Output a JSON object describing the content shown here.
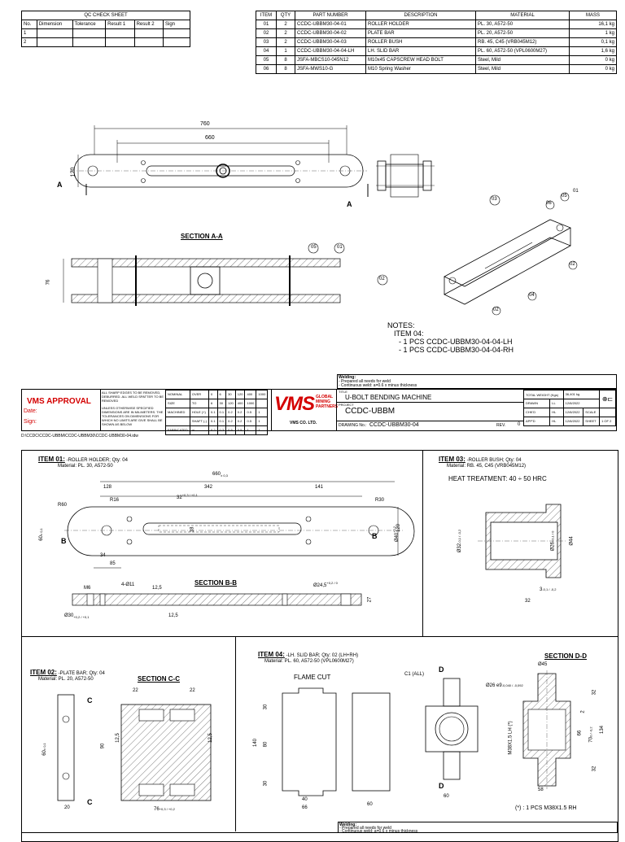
{
  "qc": {
    "title": "QC CHECK SHEET",
    "headers": [
      "No.",
      "Dimension",
      "Tolerance",
      "Result 1",
      "Result 2",
      "Sign"
    ],
    "rows": [
      "1",
      "2"
    ]
  },
  "bom": {
    "headers": [
      "ITEM",
      "QTY",
      "PART NUMBER",
      "DESCRIPTION",
      "MATERIAL",
      "MASS"
    ],
    "rows": [
      [
        "01",
        "2",
        "CCDC-UBBM30-04-01",
        "ROLLER HOLDER",
        "PL. 30, A572-50",
        "16,1 kg"
      ],
      [
        "02",
        "2",
        "CCDC-UBBM30-04-02",
        "PLATE BAR",
        "PL. 20, A572-50",
        "1 kg"
      ],
      [
        "03",
        "2",
        "CCDC-UBBM30-04-03",
        "ROLLER BUSH",
        "RB. 45, C45 (VRB045M12)",
        "0,1 kg"
      ],
      [
        "04",
        "1",
        "CCDC-UBBM30-04-04-LH",
        "LH. SLID BAR",
        "PL. 60, A572-50 (VPL0600M27)",
        "1,6 kg"
      ],
      [
        "05",
        "8",
        "JSFA-MBCS10-045N12",
        "M10x45 CAPSCREW HEAD BOLT",
        "Steel, Mild",
        "0 kg"
      ],
      [
        "06",
        "8",
        "JSFA-MWS10-G",
        "M10 Spring Washer",
        "Steel, Mild",
        "0 kg"
      ]
    ]
  },
  "sheet1": {
    "dim_760": "760",
    "dim_660": "660",
    "dim_120": "120",
    "dim_76": "76",
    "sec_a": "A",
    "section_aa": "SECTION A-A",
    "balloons_aa": [
      "05",
      "01",
      "02"
    ],
    "balloons_iso": [
      "06",
      "05",
      "01",
      "03",
      "02",
      "04",
      "02"
    ],
    "notes": [
      "NOTES:",
      "ITEM 04:",
      "- 1 PCS CCDC-UBBM30-04-04-LH",
      "- 1 PCS CCDC-UBBM30-04-04-RH"
    ]
  },
  "titleblock": {
    "welding_title": "Welding:",
    "welding_lines": [
      "- Prepared all needs for weld",
      "- Continuous weld: a=0.6 x minus thickness"
    ],
    "vms_approval": "VMS APPROVAL",
    "date": "Date:",
    "sign": "Sign:",
    "sharp_edges": "ALL SHARP EDGES TO BE REMOVED, DEBURRED. ALL WELD SPATTER TO BE REMOVED",
    "tolerance_note": "UNLESS OTHERWISE SPECIFIED DIMENSIONS ARE IN MILIMETERS. THE TOLERANCES ON DIMENSIONS FOR WHICH NO LIMITS ARE GIVE SHALL BE SHOWN AS BELOW",
    "tol_rows": [
      [
        "NOMINAL",
        "OVER",
        "0",
        "6",
        "30",
        "120",
        "400",
        "1000"
      ],
      [
        "SIZE",
        "TO",
        "6",
        "30",
        "120",
        "400",
        "1000",
        ""
      ],
      [
        "MACHINED",
        "HOLE (+)",
        "0.1",
        "0.1",
        "0.2",
        "0.2",
        "0.5",
        "1"
      ],
      [
        "",
        "SHAFT (-)",
        "0.1",
        "0.1",
        "0.2",
        "0.2",
        "0.5",
        "1"
      ],
      [
        "FABRICATED",
        "+/-",
        "0.2",
        "0.2",
        "0.5",
        "0.5",
        "1",
        "1"
      ]
    ],
    "vms_logo": "VMS",
    "vms_sub": [
      "GLOBAL",
      "MINING",
      "PARTNERS"
    ],
    "vms_co": "VMS CO. LTD.",
    "title_label": "TITLE",
    "title": "U-BOLT BENDING MACHINE",
    "project_label": "PROJECT",
    "project": "CCDC-UBBM",
    "drawing_no_label": "DRAWING No.:",
    "drawing_no": "CCDC-UBBM30-04",
    "rev_label": "REV.",
    "rev": "0",
    "total_weight_label": "TOTAL WEIGHT (Kgs)",
    "total_weight": "36,401 kg",
    "drawn": "DRAWN",
    "drawn_by": "LL",
    "drawn_date": "12/8/2022",
    "chkd": "CHK'D",
    "chkd_by": "HL",
    "chkd_date": "12/8/2022",
    "scale": "SCALE",
    "app": "APP'D",
    "app_by": "HL",
    "app_date": "12/8/2022",
    "sheet": "SHEET",
    "sheet_of": "1 OF 2"
  },
  "filepath": "D:\\CCDC\\CCDC-UBBM\\CCDC-UBBM30\\CCDC-UBBM30-04.idw",
  "item01": {
    "heading": "ITEM 01:",
    "desc": " -ROLLER HOLDER; Qty: 04",
    "material": "Material: PL. 30, A572-50",
    "dims": {
      "d660": "660",
      "d660_tol": "± 0,3",
      "d128": "128",
      "d342": "342",
      "d141": "141",
      "r16": "R16",
      "d32": "32",
      "d32_tol": "+0,3 / +0,1",
      "r60": "R60",
      "r30": "R30",
      "d60": "60",
      "d60_tol": "± 0,1",
      "d18": "18",
      "d34": "34",
      "d85": "85",
      "d40": "Ø40",
      "d40_tol": "+0,2",
      "d120": "120",
      "b": "B"
    },
    "section_bb": "SECTION B-B",
    "sec_dims": {
      "m6": "M6",
      "holes": "4-Ø11",
      "d125a": "12,5",
      "d245": "Ø24,5",
      "d245_tol": "+0,2 / 0",
      "d30": "Ø30",
      "d30_tol": "+0,2 / +0,1",
      "d125b": "12,5",
      "d27": "27"
    }
  },
  "item03": {
    "heading": "ITEM 03:",
    "desc": " -ROLLER BUSH; Qty: 04",
    "material": "Material: RB. 45, C45 (VRB045M12)",
    "heat": "HEAT TREATMENT: 40 ÷ 50 HRC",
    "dims": {
      "d32": "Ø32",
      "d32_tol": "-0,1 / -0,2",
      "d26": "Ø26",
      "d26_tol": "+0,1 / 0",
      "d44": "Ø44",
      "d3": "3",
      "d3_tol": "-0,1 / -0,2",
      "d32b": "32"
    }
  },
  "item02": {
    "heading": "ITEM 02:",
    "desc": " -PLATE BAR; Qty: 04",
    "material": "Material: PL. 20, A572-50",
    "section_cc": "SECTION C-C",
    "dims": {
      "c": "C",
      "d60": "60",
      "d60_tol": "± 0,1",
      "d20": "20",
      "d22a": "22",
      "d22b": "22",
      "d90": "90",
      "d125a": "12,5",
      "d125b": "12,5",
      "d76": "76",
      "d76_tol": "+0,3 / +0,2"
    }
  },
  "item04": {
    "heading": "ITEM 04:",
    "desc": " -LH. SLID BAR; Qty: 02 (LH+RH)",
    "material": "Material: PL. 60, A572-50 (VPL0600M27)",
    "flame": "FLAME CUT",
    "c1": "C1 (ALL)",
    "d_mark": "D",
    "section_dd": "SECTION D-D",
    "dims": {
      "d30a": "30",
      "d80": "80",
      "d140": "140",
      "d30b": "30",
      "d40": "40",
      "d66": "66",
      "d60": "60",
      "d60b": "60",
      "d45": "Ø45",
      "d26": "Ø26 e9",
      "d26_tol": "-0,040 / -0,092",
      "d2": "2",
      "d32a": "32",
      "d66b": "66",
      "d70": "70",
      "d70_tol": "0 / -0,2",
      "d134": "134",
      "d32b": "32",
      "d58": "58",
      "thread": "M38X1.5 LH (*)"
    },
    "note": "(*) : 1 PCS M38X1.5 RH"
  },
  "bottom_welding": {
    "title": "Welding:",
    "lines": [
      "- Prepared all needs for weld",
      "- Continuous weld: a=0.6 x minus thickness"
    ]
  }
}
